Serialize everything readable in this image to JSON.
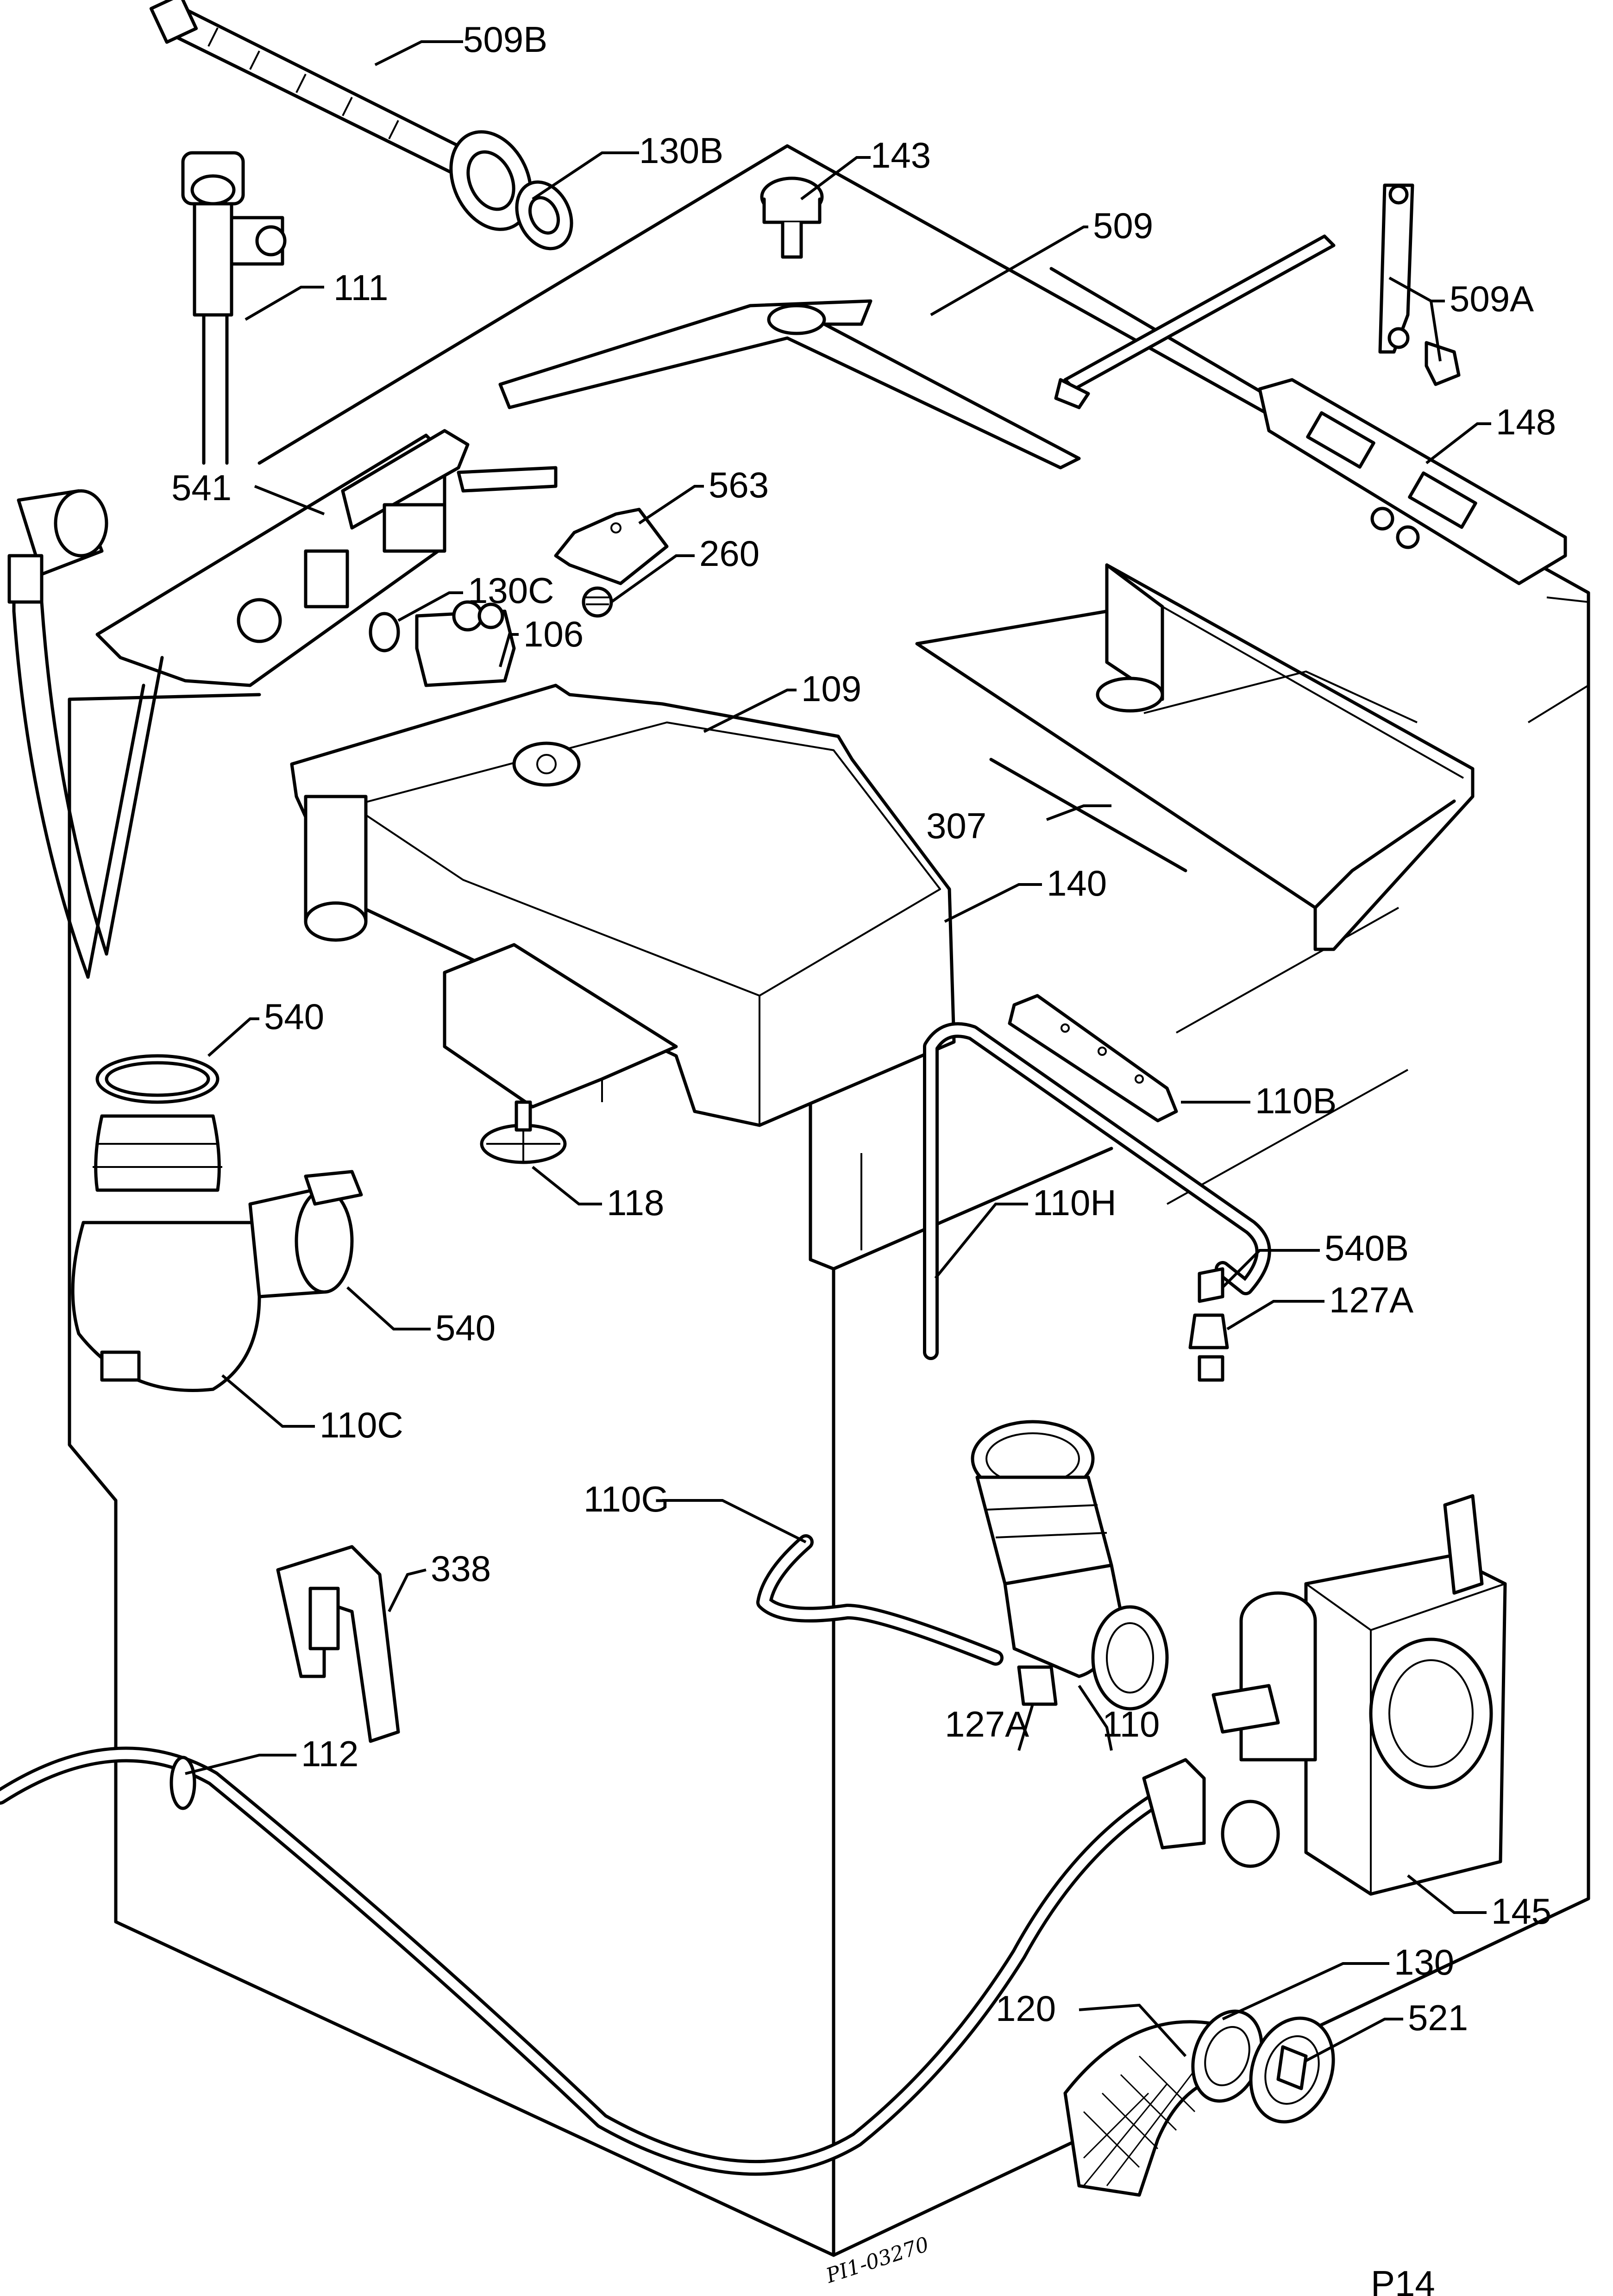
{
  "callouts": {
    "c509b": "509B",
    "c130b": "130B",
    "c143": "143",
    "c111": "111",
    "c509": "509",
    "c509a": "509A",
    "c541": "541",
    "c563": "563",
    "c148": "148",
    "c260": "260",
    "c130c": "130C",
    "c106": "106",
    "c109": "109",
    "c307": "307",
    "c140": "140",
    "c540top": "540",
    "c110b": "110B",
    "c118": "118",
    "c110h": "110H",
    "c540b": "540B",
    "c540bottom": "540",
    "c127a_right": "127A",
    "c110c": "110C",
    "c110g": "110G",
    "c338": "338",
    "c127a_left": "127A",
    "c110": "110",
    "c112": "112",
    "c145": "145",
    "c130": "130",
    "c120": "120",
    "c521": "521"
  },
  "footer": {
    "drawing_number": "PI1-03270",
    "sheet_code": "P14"
  }
}
